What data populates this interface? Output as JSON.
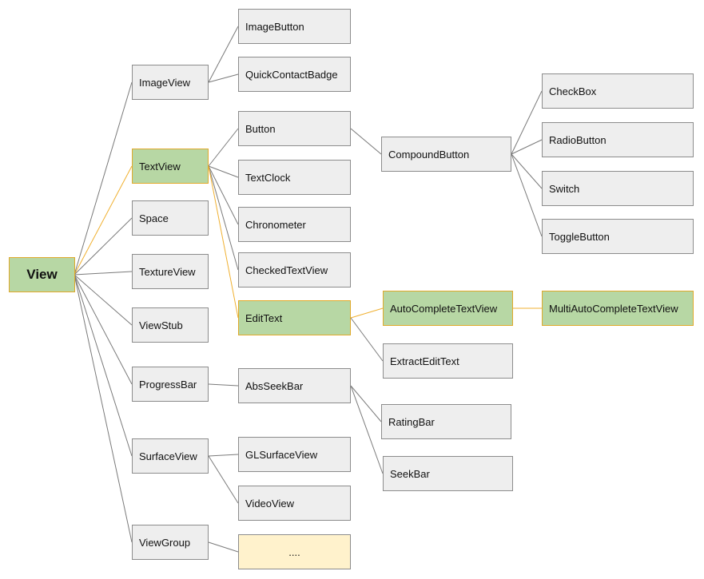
{
  "colors": {
    "node_fill": "#eeeeee",
    "node_border": "#8c8c8c",
    "highlight_fill": "#b7d7a4",
    "highlight_border": "#e0a92a",
    "highlight_line": "#f0b030",
    "placeholder_fill": "#fff2cc",
    "line": "#7a7a7a"
  },
  "nodes": {
    "view": "View",
    "image_view": "ImageView",
    "image_button": "ImageButton",
    "quick_contact_badge": "QuickContactBadge",
    "text_view": "TextView",
    "button": "Button",
    "compound_button": "CompoundButton",
    "check_box": "CheckBox",
    "radio_button": "RadioButton",
    "switch": "Switch",
    "toggle_button": "ToggleButton",
    "text_clock": "TextClock",
    "chronometer": "Chronometer",
    "checked_text_view": "CheckedTextView",
    "edit_text": "EditText",
    "auto_complete_text_view": "AutoCompleteTextView",
    "multi_auto_complete_text_view": "MultiAutoCompleteTextView",
    "extract_edit_text": "ExtractEditText",
    "space": "Space",
    "texture_view": "TextureView",
    "view_stub": "ViewStub",
    "progress_bar": "ProgressBar",
    "abs_seek_bar": "AbsSeekBar",
    "rating_bar": "RatingBar",
    "seek_bar": "SeekBar",
    "surface_view": "SurfaceView",
    "gl_surface_view": "GLSurfaceView",
    "video_view": "VideoView",
    "view_group": "ViewGroup",
    "more": "...."
  }
}
